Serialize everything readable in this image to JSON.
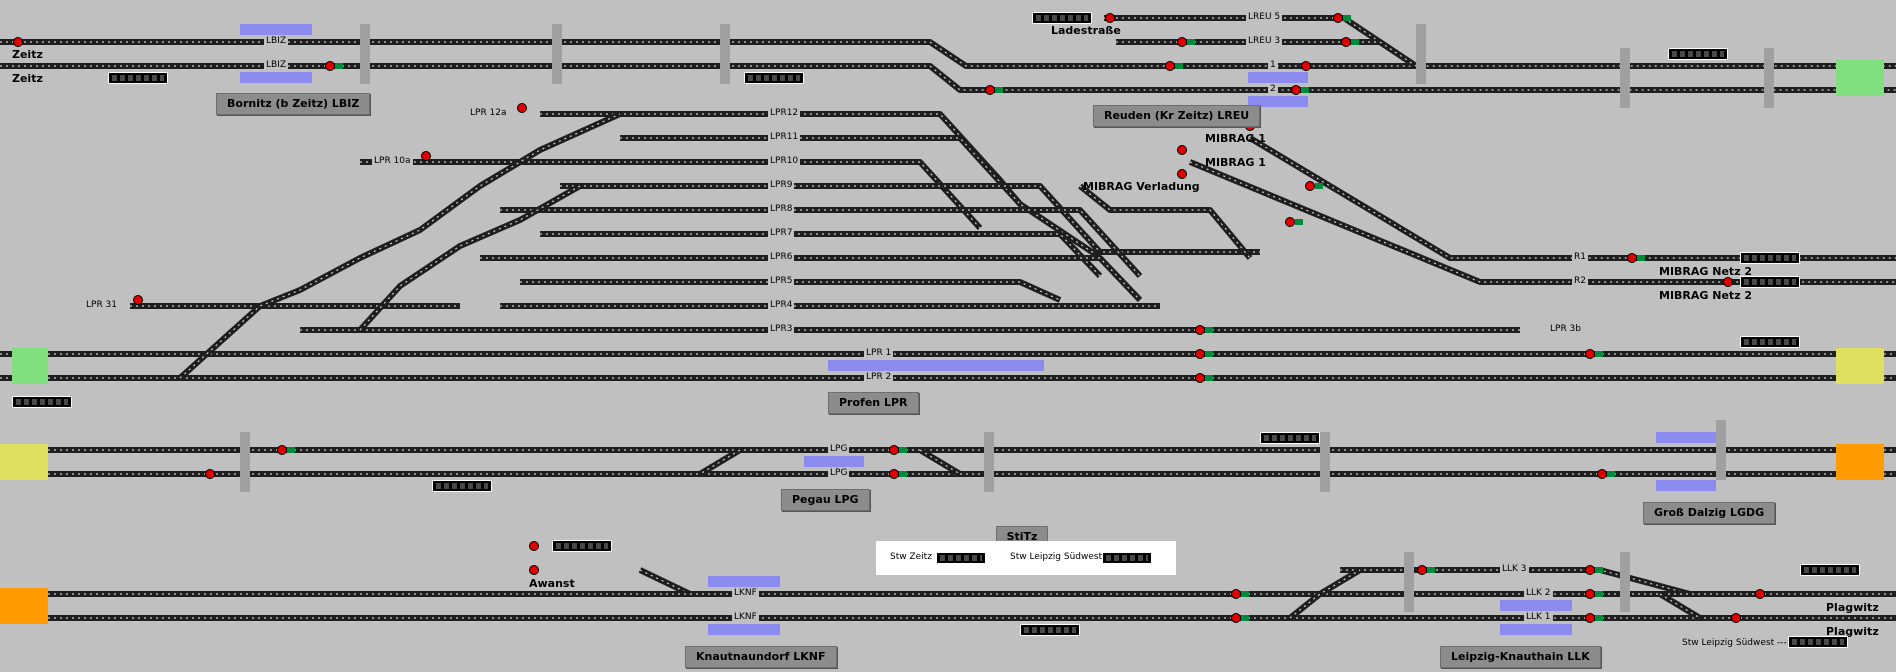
{
  "colors": {
    "track": "#1e1e1e",
    "sleeper": "#d0d0d0",
    "occupied": "#8c8cf0",
    "signal_red": "#e00000",
    "signal_green": "#008a3a",
    "block_green": "#80e080",
    "block_yellow": "#e0e060",
    "block_orange": "#ff9a00",
    "station_button": "#8c8c8c"
  },
  "header": {
    "plagwitz_label": "Plagwitz"
  },
  "stations": [
    {
      "name": "Bornitz (b Zeitz)  LBIZ"
    },
    {
      "name": "Reuden (Kr Zeitz)  LREU"
    },
    {
      "name": "Profen  LPR"
    },
    {
      "name": "Pegau  LPG"
    },
    {
      "name": "Groß Dalzig  LGDG"
    },
    {
      "name": "Knautnaundorf  LKNF"
    },
    {
      "name": "Leipzig-Knauthain  LLK"
    }
  ],
  "places": {
    "zeitz_1": "Zeitz",
    "zeitz_2": "Zeitz",
    "ladestrasse": "Ladestraße",
    "mibrag1_a": "MIBRAG 1",
    "mibrag1_b": "MIBRAG 1",
    "mibrag_verladung": "MIBRAG Verladung",
    "mibrag_netz2_a": "MIBRAG Netz 2",
    "mibrag_netz2_b": "MIBRAG Netz 2",
    "awanst": "Awanst",
    "plagwitz_1": "Plagwitz",
    "plagwitz_2": "Plagwitz",
    "stw_lsw_arrow": "Stw Leipzig Südwest --->"
  },
  "tracks": {
    "lbiz_1": "LBIZ",
    "lbiz_2": "LBIZ",
    "lreu5": "LREU 5",
    "lreu3": "LREU 3",
    "t1": "1",
    "t2": "2",
    "lpr12a": "LPR 12a",
    "lpr10a": "LPR 10a",
    "lpr31": "LPR 31",
    "lpr12": "LPR12",
    "lpr11": "LPR11",
    "lpr10": "LPR10",
    "lpr9": "LPR9",
    "lpr8": "LPR8",
    "lpr7": "LPR7",
    "lpr6": "LPR6",
    "lpr5": "LPR5",
    "lpr4": "LPR4",
    "lpr3": "LPR3",
    "lpr1": "LPR 1",
    "lpr2": "LPR 2",
    "lpr3b": "LPR 3b",
    "r1": "R1",
    "r2": "R2",
    "lpg_1": "LPG",
    "lpg_2": "LPG",
    "lknf_1": "LKNF",
    "lknf_2": "LKNF",
    "llk3": "LLK 3",
    "llk2": "LLK 2",
    "llk1": "LLK 1"
  },
  "panel": {
    "button": "StiTz",
    "stw_zeitz": "Stw Zeitz",
    "stw_leipzig_sw": "Stw Leipzig Südwest"
  }
}
